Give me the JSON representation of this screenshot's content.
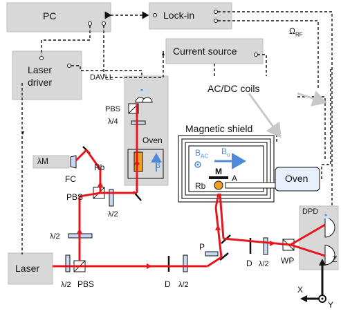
{
  "instruments": {
    "pc": "PC",
    "lockin": "Lock-in",
    "current_source": "Current source",
    "laser_driver": "Laser\ndriver",
    "laser": "Laser",
    "oven_vapor": "Oven",
    "oven_cell": "Oven",
    "dpd": "DPD",
    "wavemeter": "λM"
  },
  "labels": {
    "davll": "DAVLL",
    "omega_rf": "Ω",
    "omega_rf_sub": "RF",
    "ac_dc_coils": "AC/DC coils",
    "magnetic_shield": "Magnetic shield",
    "pbs": "PBS",
    "lambda4": "λ/4",
    "lambda2": "λ/2",
    "rb": "Rb",
    "fc": "FC",
    "d": "D",
    "p": "P",
    "wp": "WP",
    "m": "M",
    "a": "A",
    "b_ac": "B",
    "b_ac_sub": "AC",
    "b_o": "B",
    "b_o_sub": "o",
    "b_field": "B",
    "minus": "-",
    "axis_x": "X",
    "axis_y": "Y",
    "axis_z": "Z"
  },
  "colors": {
    "beam": "#e8141c",
    "box": "#d8d8d8",
    "accent_blue": "#4f8ad8",
    "cell_orange": "#f0a020"
  }
}
